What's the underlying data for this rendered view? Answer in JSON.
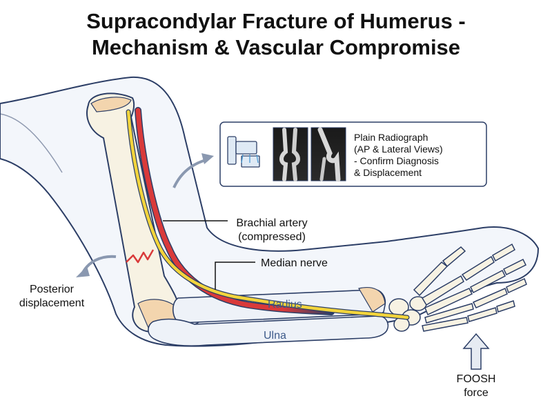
{
  "title": {
    "line1": "Supracondylar Fracture of Humerus -",
    "line2": "Mechanism & Vascular Compromise"
  },
  "labels": {
    "artery_line1": "Brachial artery",
    "artery_line2": "(compressed)",
    "nerve": "Median nerve",
    "radius": "Radius",
    "ulna": "Ulna",
    "displacement_line1": "Posterior",
    "displacement_line2": "displacement",
    "force_line1": "FOOSH",
    "force_line2": "force"
  },
  "callout": {
    "line1": "Plain Radiograph",
    "line2": "(AP & Lateral Views)",
    "line3": "- Confirm Diagnosis",
    "line4": "& Displacement"
  },
  "icons": [
    "xray-machine-icon",
    "xray-ap-image",
    "xray-lateral-image",
    "fracture-zigzag-icon",
    "posterior-arrow-icon",
    "callout-arrow-icon",
    "foosh-arrow-icon"
  ],
  "colors": {
    "outline": "#2c3e66",
    "skin": "#f3f6fb",
    "bone": "#f7f2e3",
    "cartilage": "#f3d5ae",
    "artery": "#d93a3a",
    "nerve": "#f2d43c",
    "fracture": "#d93a3a",
    "arrow": "#8a98b0"
  }
}
